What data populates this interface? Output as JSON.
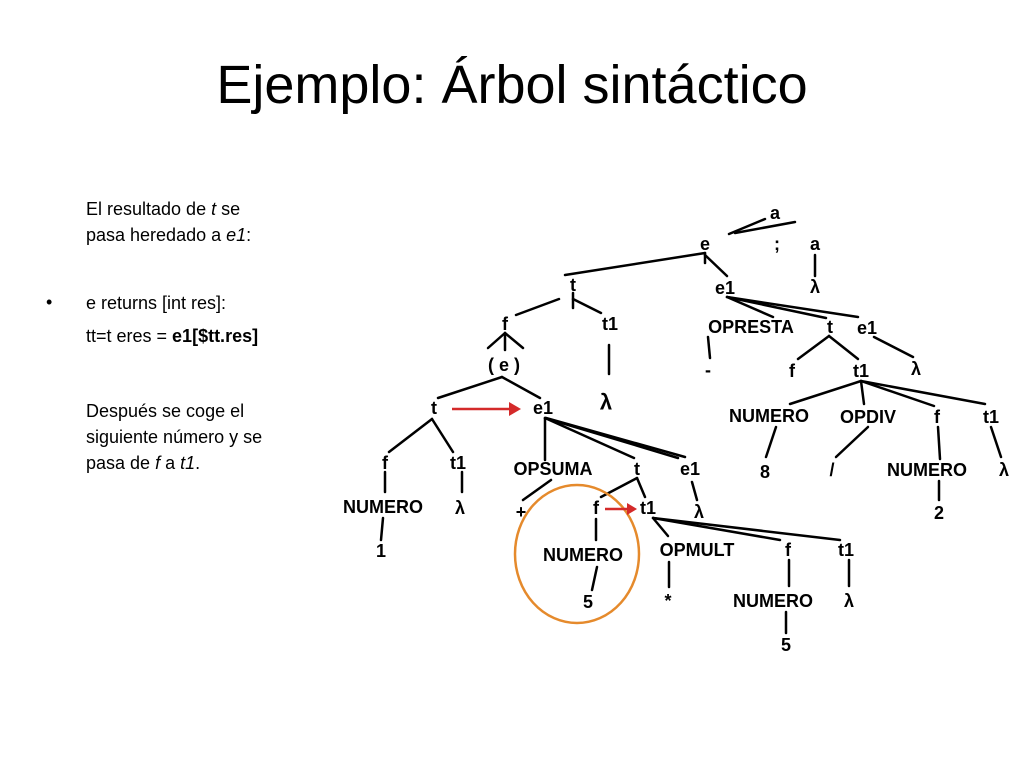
{
  "title": "Ejemplo: Árbol sintáctico",
  "text": {
    "p1": {
      "a": "El resultado de ",
      "b": "t",
      "c": " se",
      "d": "pasa heredado a ",
      "e": "e1",
      "f": ":"
    },
    "bullet": {
      "marker": "•",
      "line": "e returns [int res]:"
    },
    "p2": {
      "a": "tt=t eres = ",
      "b": "e1[$tt.res]"
    },
    "p3": {
      "a": "Después se coge el",
      "b": "siguiente número y se",
      "c": "pasa de ",
      "d": "f",
      "e": " a ",
      "f": "t1",
      "g": "."
    }
  },
  "tree": {
    "nodes": [
      {
        "id": "a-root",
        "label": "a"
      },
      {
        "id": "e-top",
        "label": "e"
      },
      {
        "id": "semicolon",
        "label": ";"
      },
      {
        "id": "a-right",
        "label": "a"
      },
      {
        "id": "lambda-a",
        "label": "λ"
      },
      {
        "id": "t-main",
        "label": "t"
      },
      {
        "id": "e1-main",
        "label": "e1"
      },
      {
        "id": "f-main",
        "label": "f"
      },
      {
        "id": "t1-main",
        "label": "t1"
      },
      {
        "id": "lambda-t1-main",
        "label": "λ"
      },
      {
        "id": "paren-e",
        "label": "( e )"
      },
      {
        "id": "t-inner",
        "label": "t"
      },
      {
        "id": "e1-inner",
        "label": "e1"
      },
      {
        "id": "f-inner",
        "label": "f"
      },
      {
        "id": "t1-inner",
        "label": "t1"
      },
      {
        "id": "numero-1",
        "label": "NUMERO"
      },
      {
        "id": "lambda-t1-inner",
        "label": "λ"
      },
      {
        "id": "val-1",
        "label": "1"
      },
      {
        "id": "opsuma",
        "label": "OPSUMA"
      },
      {
        "id": "t-opsuma",
        "label": "t"
      },
      {
        "id": "e1-opsuma",
        "label": "e1"
      },
      {
        "id": "plus",
        "label": "+"
      },
      {
        "id": "lambda-e1-opsuma",
        "label": "λ"
      },
      {
        "id": "f-mid",
        "label": "f"
      },
      {
        "id": "t1-mid",
        "label": "t1"
      },
      {
        "id": "numero-5a",
        "label": "NUMERO"
      },
      {
        "id": "val-5a",
        "label": "5"
      },
      {
        "id": "opmult",
        "label": "OPMULT"
      },
      {
        "id": "f-mult",
        "label": "f"
      },
      {
        "id": "t1-mult",
        "label": "t1"
      },
      {
        "id": "star",
        "label": "*"
      },
      {
        "id": "numero-5b",
        "label": "NUMERO"
      },
      {
        "id": "lambda-t1-mult",
        "label": "λ"
      },
      {
        "id": "val-5b",
        "label": "5"
      },
      {
        "id": "opresta",
        "label": "OPRESTA"
      },
      {
        "id": "t-resta",
        "label": "t"
      },
      {
        "id": "e1-resta",
        "label": "e1"
      },
      {
        "id": "minus",
        "label": "-"
      },
      {
        "id": "lambda-e1-resta",
        "label": "λ"
      },
      {
        "id": "f-resta",
        "label": "f"
      },
      {
        "id": "t1-resta",
        "label": "t1"
      },
      {
        "id": "numero-8",
        "label": "NUMERO"
      },
      {
        "id": "val-8",
        "label": "8"
      },
      {
        "id": "opdiv",
        "label": "OPDIV"
      },
      {
        "id": "f-div",
        "label": "f"
      },
      {
        "id": "t1-div",
        "label": "t1"
      },
      {
        "id": "slash",
        "label": "/"
      },
      {
        "id": "numero-2",
        "label": "NUMERO"
      },
      {
        "id": "lambda-t1-div",
        "label": "λ"
      },
      {
        "id": "val-2",
        "label": "2"
      }
    ]
  },
  "colors": {
    "arrow": "#d42a2a",
    "circle": "#e58a2c",
    "text": "#000000"
  }
}
